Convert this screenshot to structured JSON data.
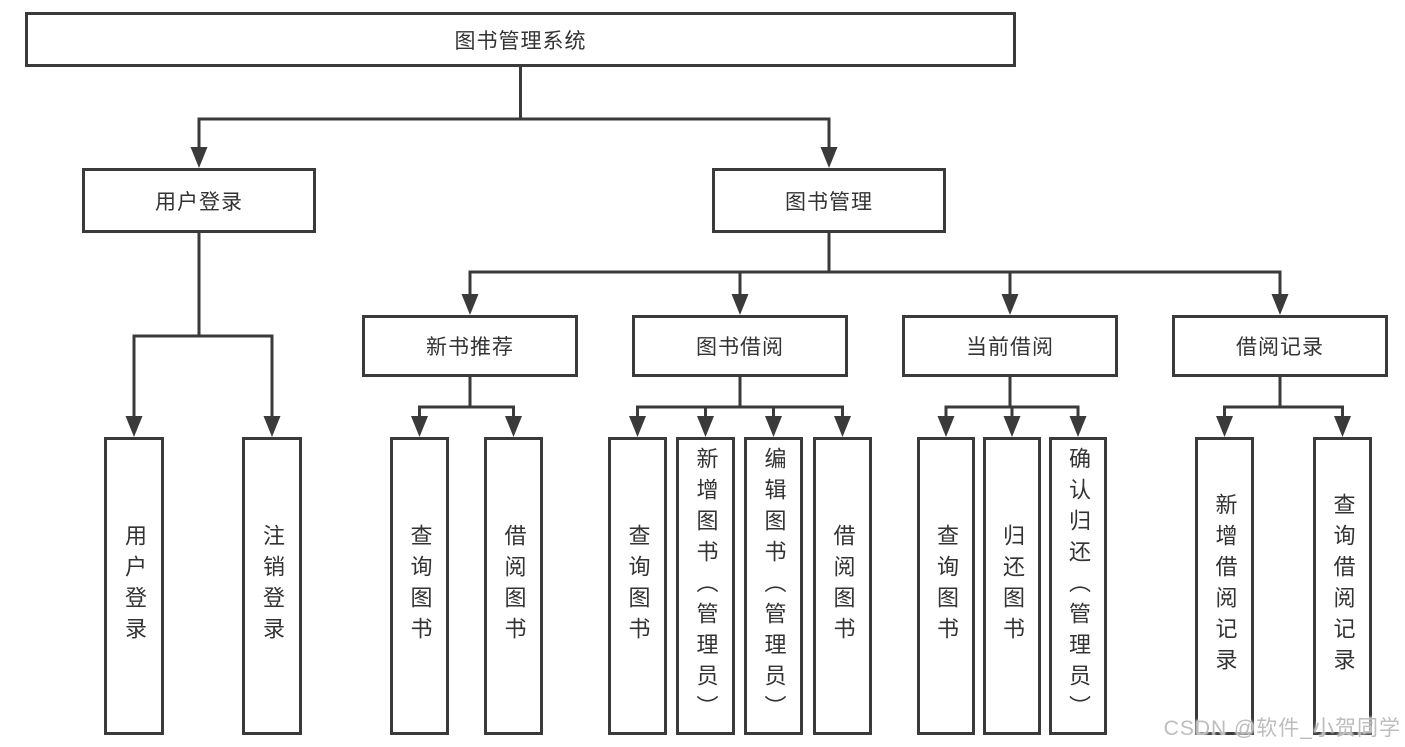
{
  "diagram": {
    "root": {
      "label": "图书管理系统"
    },
    "login": {
      "label": "用户登录",
      "children": [
        "用户登录",
        "注销登录"
      ]
    },
    "mgmt": {
      "label": "图书管理",
      "groups": [
        {
          "label": "新书推荐",
          "children": [
            "查询图书",
            "借阅图书"
          ]
        },
        {
          "label": "图书借阅",
          "children": [
            "查询图书",
            "新增图书（管理员）",
            "编辑图书（管理员）",
            "借阅图书"
          ]
        },
        {
          "label": "当前借阅",
          "children": [
            "查询图书",
            "归还图书",
            "确认归还（管理员）"
          ]
        },
        {
          "label": "借阅记录",
          "children": [
            "新增借阅记录",
            "查询借阅记录"
          ]
        }
      ]
    },
    "watermark": "CSDN @软件_小贺同学",
    "colors": {
      "line": "#3a3a3a",
      "text": "#333333",
      "watermark": "#bdbdbd",
      "background": "#ffffff"
    }
  }
}
